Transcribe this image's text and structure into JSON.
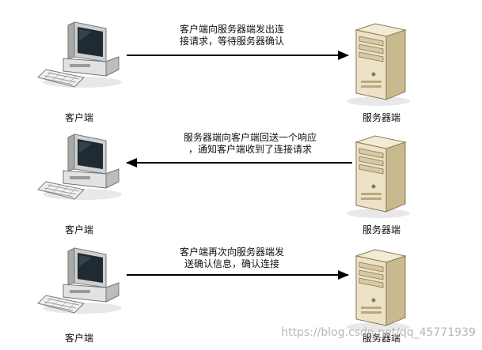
{
  "rows": [
    {
      "client_label": "客户端",
      "server_label": "服务器端",
      "message_lines": [
        "客户端向服务器端发出连",
        "接请求，等待服务器确认"
      ],
      "direction": "client-to-server"
    },
    {
      "client_label": "客户端",
      "server_label": "服务器端",
      "message_lines": [
        "服务器端向客户端回送一个响应",
        "，通知客户端收到了连接请求"
      ],
      "direction": "server-to-client"
    },
    {
      "client_label": "客户端",
      "server_label": "服务器端",
      "message_lines": [
        "客户端再次向服务器端发",
        "送确认信息，确认连接"
      ],
      "direction": "client-to-server"
    }
  ],
  "watermark": "https://blog.csdn.net/qq_45771939",
  "colors": {
    "arrow": "#000000",
    "computer_body": "#e6e6e6",
    "computer_screen": "#1f2a33",
    "server_body": "#ece2c8",
    "server_front": "#d8c9a3"
  },
  "icons": {
    "client": "desktop-computer-icon",
    "server": "server-tower-icon"
  }
}
